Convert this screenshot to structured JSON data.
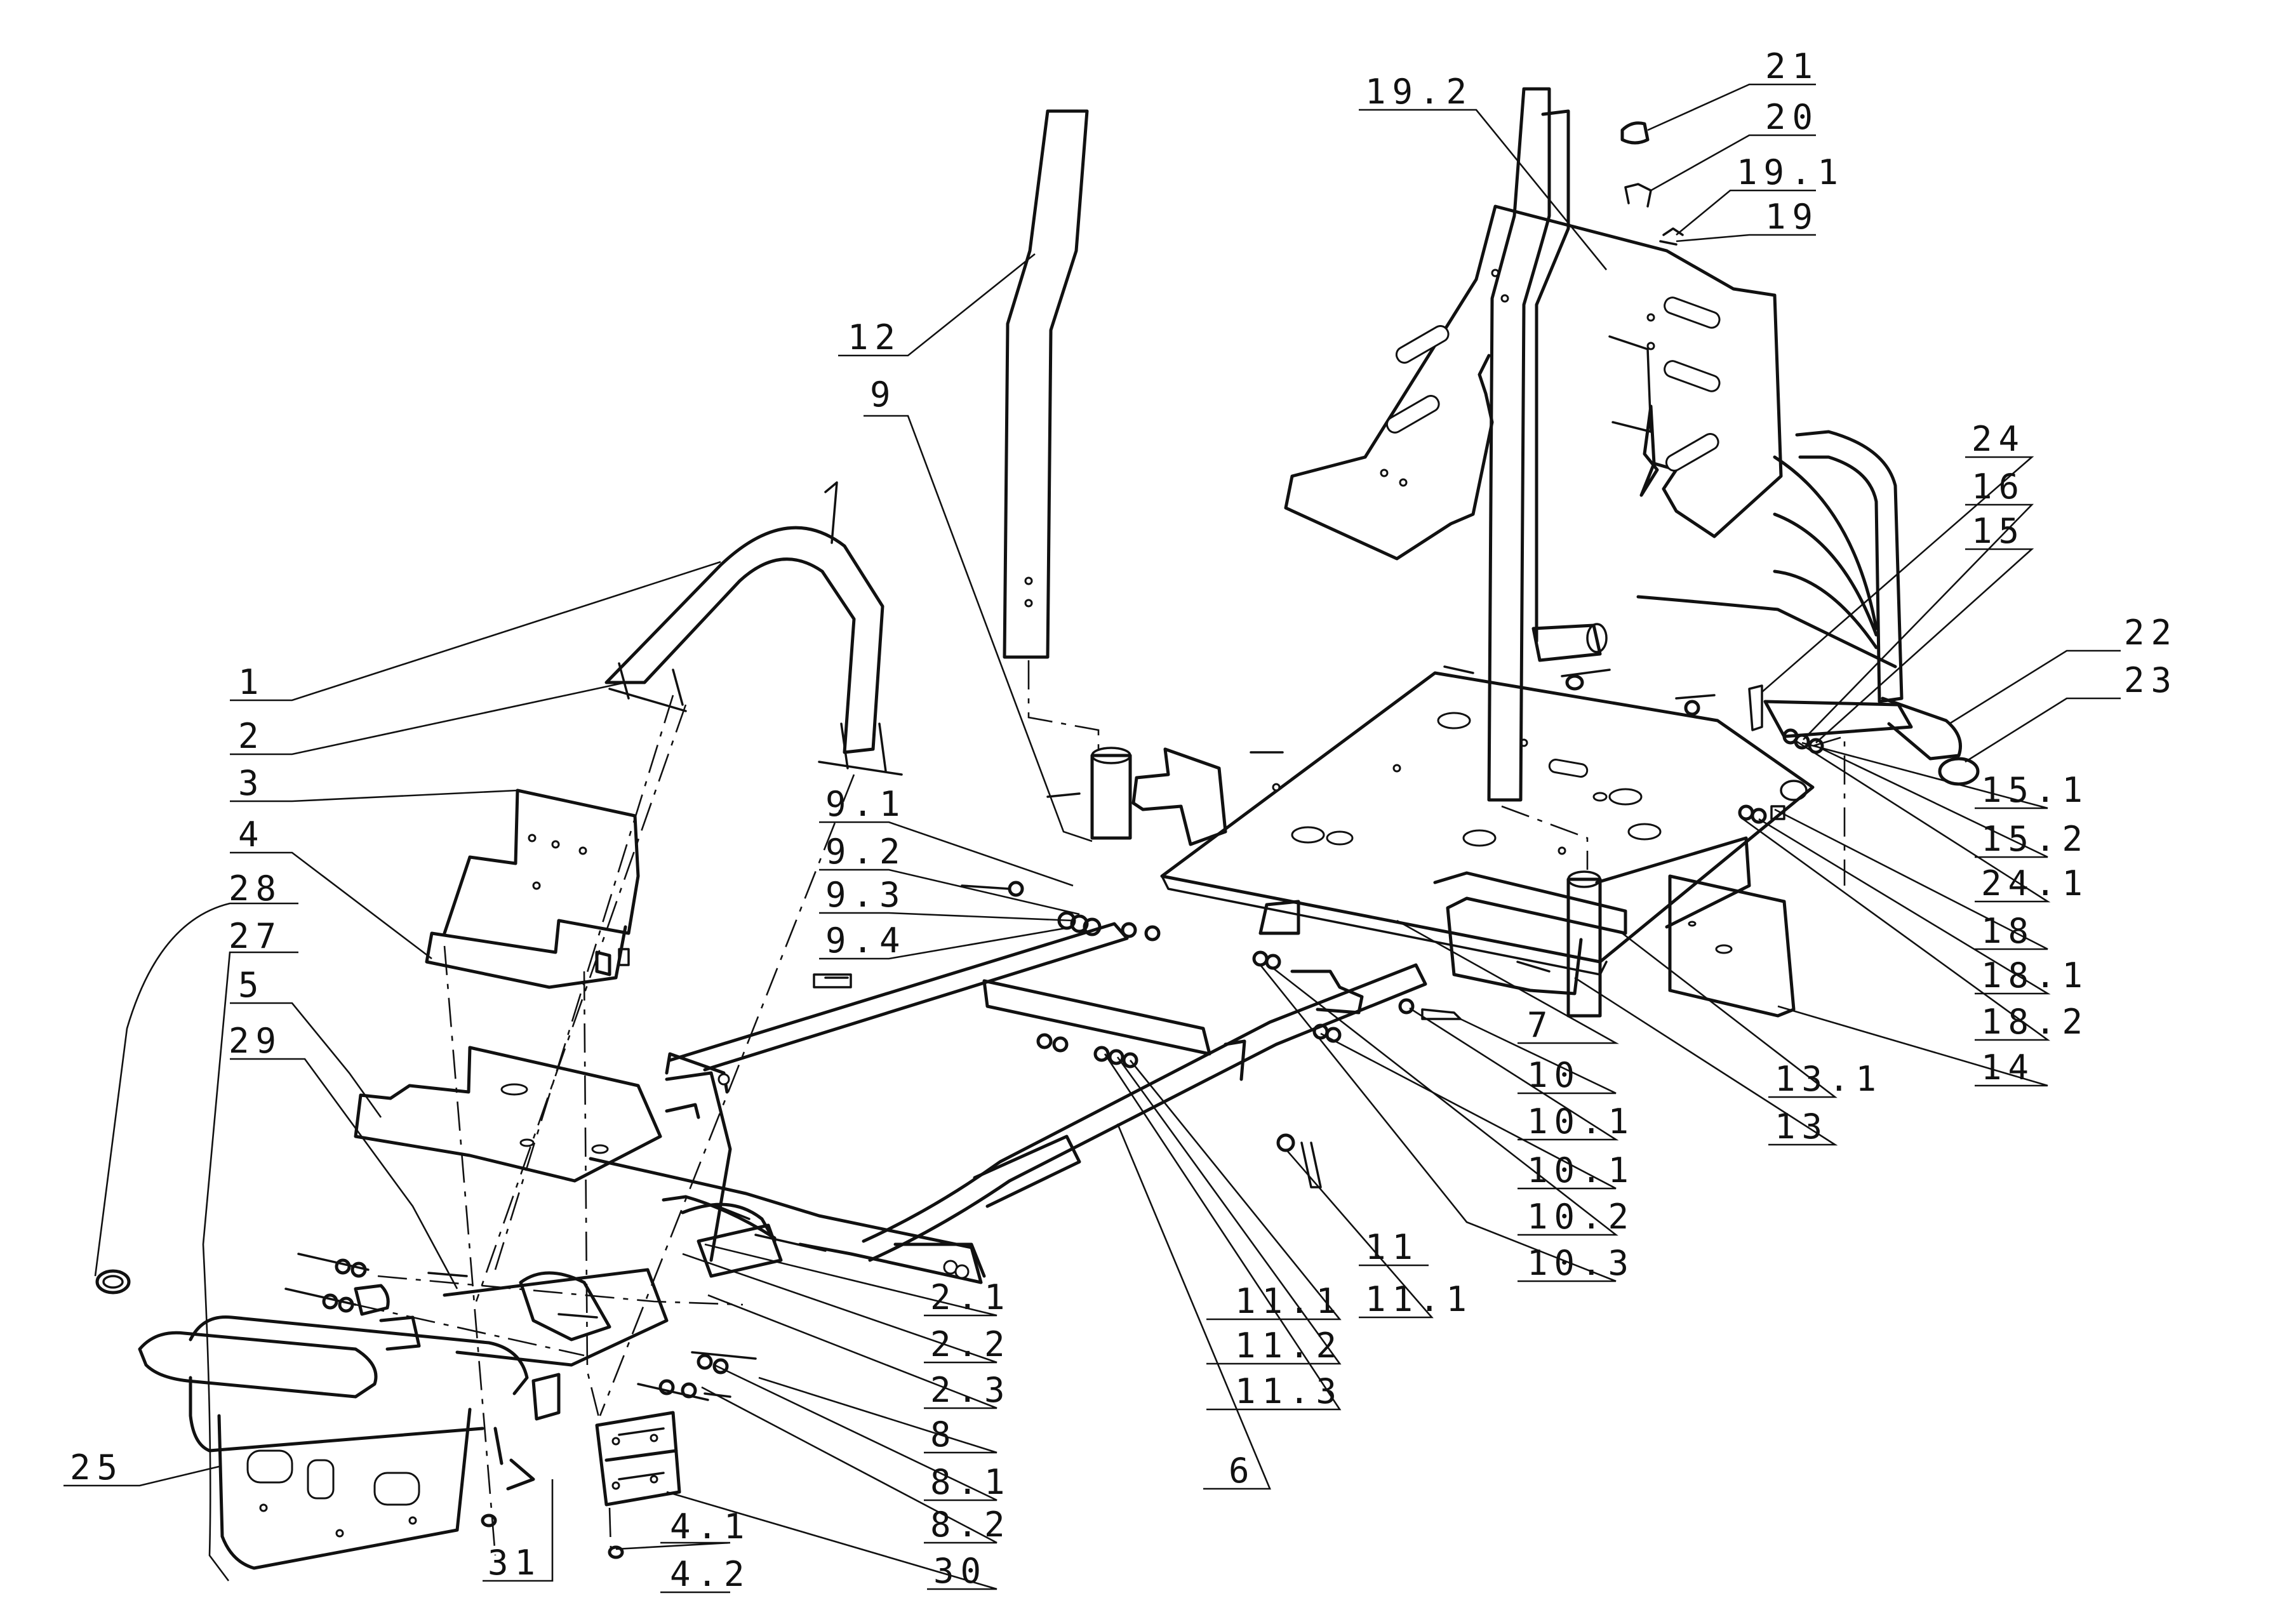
{
  "callouts": [
    {
      "id": "c1",
      "label": "1"
    },
    {
      "id": "c2",
      "label": "2"
    },
    {
      "id": "c3",
      "label": "3"
    },
    {
      "id": "c4",
      "label": "4"
    },
    {
      "id": "c28",
      "label": "28"
    },
    {
      "id": "c27",
      "label": "27"
    },
    {
      "id": "c5",
      "label": "5"
    },
    {
      "id": "c29",
      "label": "29"
    },
    {
      "id": "c25",
      "label": "25"
    },
    {
      "id": "c31",
      "label": "31"
    },
    {
      "id": "c41",
      "label": "4.1"
    },
    {
      "id": "c42",
      "label": "4.2"
    },
    {
      "id": "c30",
      "label": "30"
    },
    {
      "id": "c82",
      "label": "8.2"
    },
    {
      "id": "c81",
      "label": "8.1"
    },
    {
      "id": "c8",
      "label": "8"
    },
    {
      "id": "c23b",
      "label": "2.3"
    },
    {
      "id": "c22b",
      "label": "2.2"
    },
    {
      "id": "c21b",
      "label": "2.1"
    },
    {
      "id": "c12",
      "label": "12"
    },
    {
      "id": "c9",
      "label": "9"
    },
    {
      "id": "c91",
      "label": "9.1"
    },
    {
      "id": "c92",
      "label": "9.2"
    },
    {
      "id": "c93",
      "label": "9.3"
    },
    {
      "id": "c94",
      "label": "9.4"
    },
    {
      "id": "c6",
      "label": "6"
    },
    {
      "id": "c113",
      "label": "11.3"
    },
    {
      "id": "c112",
      "label": "11.2"
    },
    {
      "id": "c111a",
      "label": "11.1"
    },
    {
      "id": "c11",
      "label": "11"
    },
    {
      "id": "c111b",
      "label": "11.1"
    },
    {
      "id": "c103",
      "label": "10.3"
    },
    {
      "id": "c102",
      "label": "10.2"
    },
    {
      "id": "c101a",
      "label": "10.1"
    },
    {
      "id": "c101b",
      "label": "10.1"
    },
    {
      "id": "c10",
      "label": "10"
    },
    {
      "id": "c7",
      "label": "7"
    },
    {
      "id": "c13",
      "label": "13"
    },
    {
      "id": "c131",
      "label": "13.1"
    },
    {
      "id": "c14",
      "label": "14"
    },
    {
      "id": "c182",
      "label": "18.2"
    },
    {
      "id": "c181",
      "label": "18.1"
    },
    {
      "id": "c18",
      "label": "18"
    },
    {
      "id": "c241",
      "label": "24.1"
    },
    {
      "id": "c152",
      "label": "15.2"
    },
    {
      "id": "c151",
      "label": "15.1"
    },
    {
      "id": "c23",
      "label": "23"
    },
    {
      "id": "c22",
      "label": "22"
    },
    {
      "id": "c15",
      "label": "15"
    },
    {
      "id": "c16",
      "label": "16"
    },
    {
      "id": "c24",
      "label": "24"
    },
    {
      "id": "c192",
      "label": "19.2"
    },
    {
      "id": "c21",
      "label": "21"
    },
    {
      "id": "c20",
      "label": "20"
    },
    {
      "id": "c191",
      "label": "19.1"
    },
    {
      "id": "c19",
      "label": "19"
    }
  ]
}
